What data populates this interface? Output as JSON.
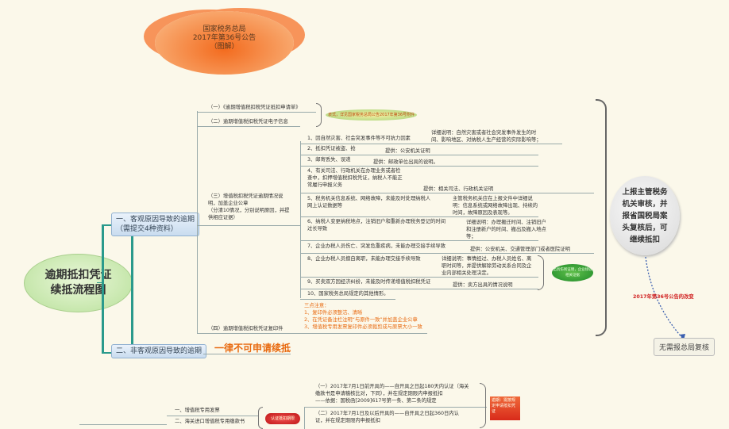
{
  "cloud": {
    "line1": "国家税务总局",
    "line2": "2017年第36号公告",
    "line3": "（图解）"
  },
  "root": {
    "line1": "逾期抵扣凭证",
    "line2": "续抵流程图"
  },
  "branch1": {
    "line1": "一、客观原因导致的逾期",
    "line2": "（需提交4种资料）"
  },
  "branch2": {
    "label": "二、非客观原因导致的逾期",
    "result": "一律不可申请续抵"
  },
  "sub": {
    "s1": "（一）《逾期增值税扣税凭证抵扣申请单》",
    "s2": "（二）逾期增值税扣税凭证电子信息",
    "s3": [
      "（三）增值税扣税凭证逾期情况说",
      "明，加盖企业公章",
      "（分清10情况，分别说明原因，并提",
      "供相应证据）"
    ],
    "s4": "（四）逾期增值税扣税凭证复印件",
    "format_pill": "表式，详见国家税务总局公告2017年第36号附件"
  },
  "cases": [
    {
      "text": [
        "1、因自然灾害、社会突发事件等不可抗力因素"
      ],
      "note": [
        "详细说明：自然灾害或者社会突发事件发生的时",
        "间、影响地区、对纳税人生产经营的实际影响等；"
      ]
    },
    {
      "text": [
        "2、抵扣凭证被盗、抢"
      ],
      "note": [
        "提供：公安机关证明"
      ]
    },
    {
      "text": [
        "3、邮寄丢失、误递"
      ],
      "note": [
        "提供：邮政单位出具的说明。"
      ]
    },
    {
      "text": [
        "4、有关司法、行政机关在办理业务或者检",
        "查中，扣押增值税扣税凭证，纳税人不能正",
        "常履行申报义务"
      ],
      "note": [
        "提供：相关司法、行政机关证明"
      ]
    },
    {
      "text": [
        "5、税务机关信息系统、网络故障，未能及时处理纳税人",
        "网上认证数据等"
      ],
      "note": [
        "主管税务机关应在上报文件中详细说",
        "明：信息系统或网络故障出现、持续的",
        "时间，故障原因及表现等。"
      ]
    },
    {
      "text": [
        "6、纳税人变更纳税地点，注销旧户和重新办理税务登记的时间",
        "过长导致"
      ],
      "note": [
        "详细说明：办理搬迁时间、注销旧户",
        "和注册新户的时间、搬出及搬入地点",
        "等；"
      ]
    },
    {
      "text": [
        "7、企业办税人员伤亡、突发危重疾病，未能办理交接手续导致"
      ],
      "note": [
        "提供：公安机关、交通管理部门或者医院证明"
      ]
    },
    {
      "text": [
        "8、企业办税人员擅自离职，未能办理交接手续导致"
      ],
      "note": [
        "详细说明：事情经过、办税人员姓名、离",
        "职时间等，并提供解除劳动关系合同及企",
        "业内部相关处理决定。"
      ]
    },
    {
      "text": [
        "9、买卖双方因经济纠纷，未能及时传递增值税扣税凭证"
      ],
      "note": [
        "提供：卖方出具的情况说明"
      ]
    },
    {
      "text": [
        "10、国家税务总局规定的其他情形。"
      ],
      "note": []
    }
  ],
  "green_oval": "出具伤残证明，企业接收相关证据",
  "notes": {
    "title": "三点注意：",
    "items": [
      "1、复印件必须整洁、清晰",
      "2、在凭证备注栏注明“与原件一致”并加盖企业公章",
      "3、增值税专用发票复印件必须裁剪成与原票大小一致"
    ]
  },
  "review": {
    "circle": [
      "上报主管税务",
      "机关审核，并",
      "报省国税局案",
      "头复核后，可",
      "继续抵扣"
    ],
    "change_label": "2017年第36号公告的改变",
    "result": "无需报总局复核"
  },
  "bottom": {
    "items": [
      "一、增值税专用发票",
      "二、海关进口增值税专用缴款书"
    ],
    "pill": "认证抵扣期限",
    "rule1": [
      "（一）2017年7月1日前开具的——自开具之日起180天内认证（海关",
      "缴款书是申请稽核比对，下同），并在规定期限内申报抵扣",
      "——依据：国税函[2009]617号第一条、第二条的规定"
    ],
    "rule2": [
      "（二）2017年7月1日及以后开具的——自开具之日起360日内认",
      "证，并在规定期限内申报抵扣"
    ],
    "red_box": "逾期：需按规定申请抵扣凭证"
  }
}
